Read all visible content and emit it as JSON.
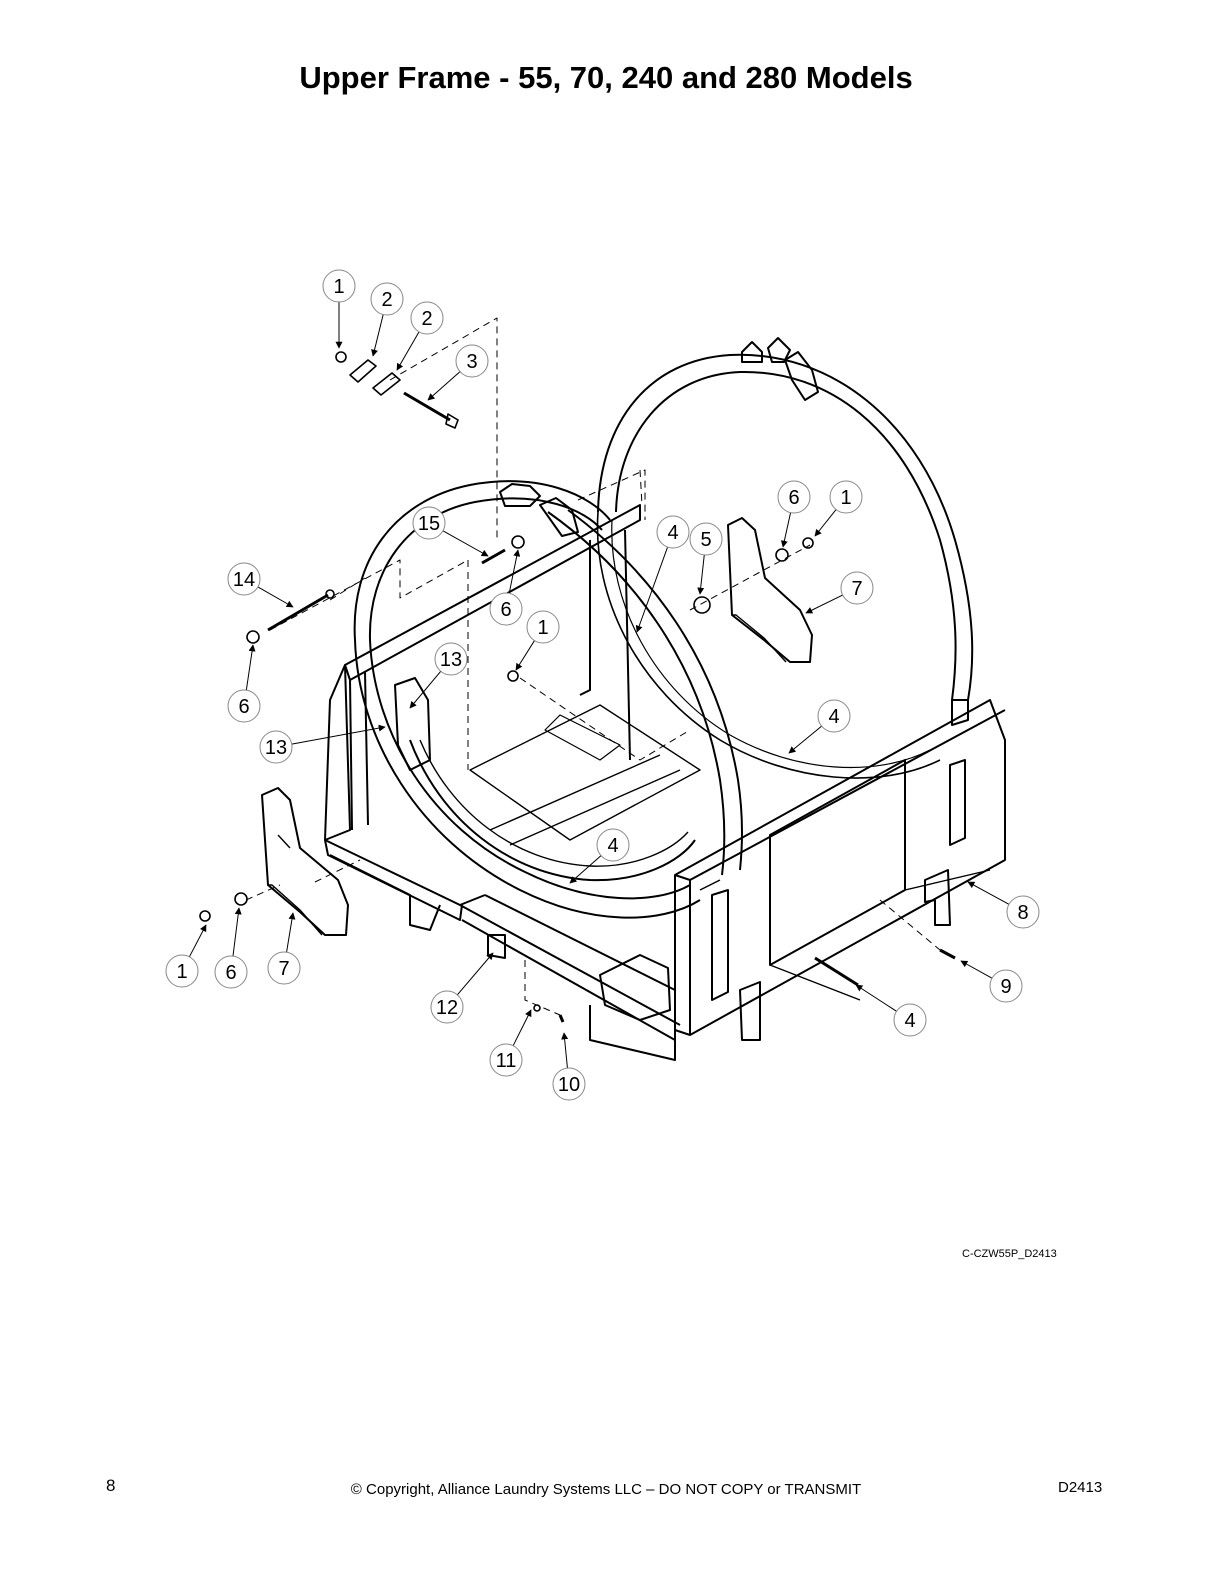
{
  "title": "Upper Frame - 55, 70, 240 and 280 Models",
  "drawing_code": "C-CZW55P_D2413",
  "footer": {
    "page_number": "8",
    "copyright": "© Copyright, Alliance Laundry Systems LLC – DO NOT COPY or TRANSMIT",
    "doc_id": "D2413"
  },
  "callouts": [
    {
      "id": "c1a",
      "label": "1"
    },
    {
      "id": "c2a",
      "label": "2"
    },
    {
      "id": "c2b",
      "label": "2"
    },
    {
      "id": "c3",
      "label": "3"
    },
    {
      "id": "c6a",
      "label": "6"
    },
    {
      "id": "c1b",
      "label": "1"
    },
    {
      "id": "c15",
      "label": "15"
    },
    {
      "id": "c4a",
      "label": "4"
    },
    {
      "id": "c5",
      "label": "5"
    },
    {
      "id": "c14",
      "label": "14"
    },
    {
      "id": "c6b",
      "label": "6"
    },
    {
      "id": "c7a",
      "label": "7"
    },
    {
      "id": "c1c",
      "label": "1"
    },
    {
      "id": "c13a",
      "label": "13"
    },
    {
      "id": "c6c",
      "label": "6"
    },
    {
      "id": "c4b",
      "label": "4"
    },
    {
      "id": "c13b",
      "label": "13"
    },
    {
      "id": "c4c",
      "label": "4"
    },
    {
      "id": "c8",
      "label": "8"
    },
    {
      "id": "c1d",
      "label": "1"
    },
    {
      "id": "c6d",
      "label": "6"
    },
    {
      "id": "c7b",
      "label": "7"
    },
    {
      "id": "c9",
      "label": "9"
    },
    {
      "id": "c12",
      "label": "12"
    },
    {
      "id": "c4d",
      "label": "4"
    },
    {
      "id": "c11",
      "label": "11"
    },
    {
      "id": "c10",
      "label": "10"
    }
  ]
}
